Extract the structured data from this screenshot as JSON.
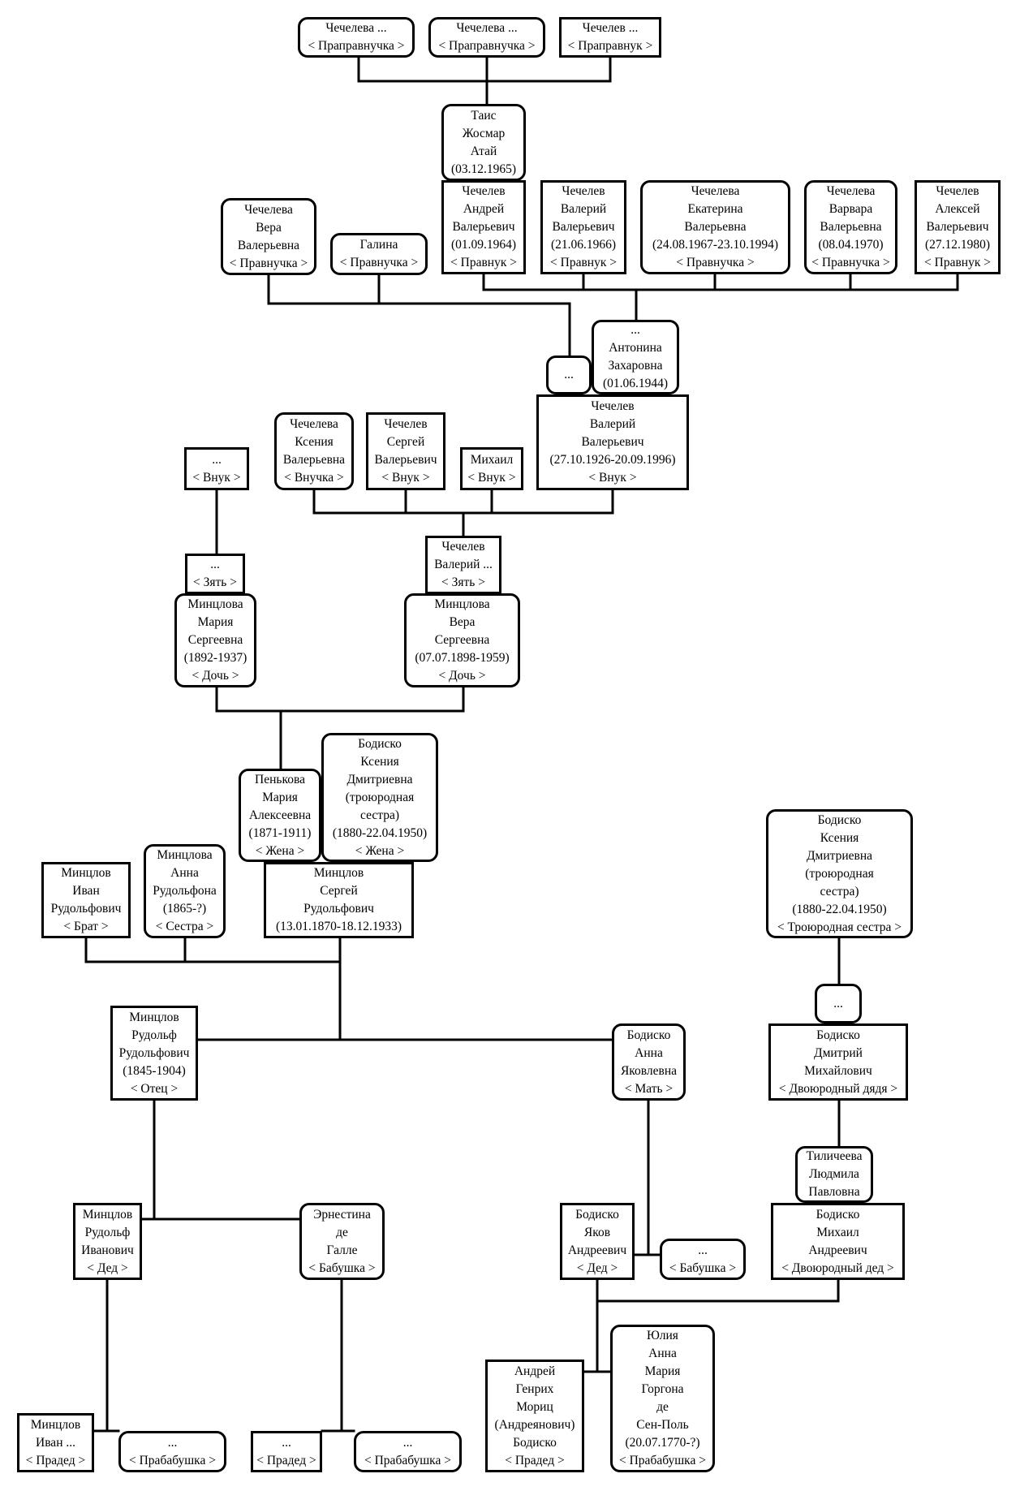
{
  "palette": {
    "line": "#000000",
    "box_border": "#000000",
    "box_fill": "#ffffff",
    "text": "#000000"
  },
  "people": {
    "praprav1": {
      "lines": [
        "Чечелева ...",
        "< Праправнучка >"
      ]
    },
    "praprav2": {
      "lines": [
        "Чечелева ...",
        "< Праправнучка >"
      ]
    },
    "praprav3": {
      "lines": [
        "Чечелев ...",
        "< Праправнук >"
      ]
    },
    "tais": {
      "lines": [
        "Таис",
        "Жосмар",
        "Атай",
        "(03.12.1965)"
      ]
    },
    "andrey": {
      "lines": [
        "Чечелев",
        "Андрей",
        "Валерьевич",
        "(01.09.1964)",
        "< Правнук >"
      ]
    },
    "valeriy_jr": {
      "lines": [
        "Чечелев",
        "Валерий",
        "Валерьевич",
        "(21.06.1966)",
        "< Правнук >"
      ]
    },
    "ekaterina": {
      "lines": [
        "Чечелева",
        "Екатерина",
        "Валерьевна",
        "(24.08.1967-23.10.1994)",
        "< Правнучка >"
      ]
    },
    "varvara": {
      "lines": [
        "Чечелева",
        "Варвара",
        "Валерьевна",
        "(08.04.1970)",
        "< Правнучка >"
      ]
    },
    "aleksey": {
      "lines": [
        "Чечелев",
        "Алексей",
        "Валерьевич",
        "(27.12.1980)",
        "< Правнук >"
      ]
    },
    "vera_v": {
      "lines": [
        "Чечелева",
        "Вера",
        "Валерьевна",
        "< Правнучка >"
      ]
    },
    "galina": {
      "lines": [
        "Галина",
        "< Правнучка >"
      ]
    },
    "unknown_spouse": {
      "lines": [
        "..."
      ]
    },
    "antonina": {
      "lines": [
        "...",
        "Антонина",
        "Захаровна",
        "(01.06.1944)"
      ]
    },
    "valeriy_v": {
      "lines": [
        "Чечелев",
        "Валерий",
        "Валерьевич",
        "(27.10.1926-20.09.1996)",
        "< Внук >"
      ]
    },
    "ksenia_v": {
      "lines": [
        "Чечелева",
        "Ксения",
        "Валерьевна",
        "< Внучка >"
      ]
    },
    "sergey_v": {
      "lines": [
        "Чечелев",
        "Сергей",
        "Валерьевич",
        "< Внук >"
      ]
    },
    "mikhail_vnuk": {
      "lines": [
        "Михаил",
        "< Внук >"
      ]
    },
    "vnuk_unknown": {
      "lines": [
        "...",
        "< Внук >"
      ]
    },
    "zyat_unknown": {
      "lines": [
        "...",
        "< Зять >"
      ]
    },
    "zyat_valeriy": {
      "lines": [
        "Чечелев",
        "Валерий ...",
        "< Зять >"
      ]
    },
    "maria_s": {
      "lines": [
        "Минцлова",
        "Мария",
        "Сергеевна",
        "(1892-1937)",
        "< Дочь >"
      ]
    },
    "vera_s": {
      "lines": [
        "Минцлова",
        "Вера",
        "Сергеевна",
        "(07.07.1898-1959)",
        "< Дочь >"
      ]
    },
    "penkova": {
      "lines": [
        "Пенькова",
        "Мария",
        "Алексеевна",
        "(1871-1911)",
        "< Жена >"
      ]
    },
    "bodisko_ksenia_wife": {
      "lines": [
        "Бодиско",
        "Ксения",
        "Дмитриевна",
        "(троюродная",
        "сестра)",
        "(1880-22.04.1950)",
        "< Жена >"
      ]
    },
    "sergey_r": {
      "lines": [
        "Минцлов",
        "Сергей",
        "Рудольфович",
        "(13.01.1870-18.12.1933)"
      ]
    },
    "ivan_brat": {
      "lines": [
        "Минцлов",
        "Иван",
        "Рудольфович",
        "< Брат >"
      ]
    },
    "anna_sestra": {
      "lines": [
        "Минцлова",
        "Анна",
        "Рудольфона",
        "(1865-?)",
        "< Сестра >"
      ]
    },
    "bodisko_ksenia_cousin": {
      "lines": [
        "Бодиско",
        "Ксения",
        "Дмитриевна",
        "(троюродная",
        "сестра)",
        "(1880-22.04.1950)",
        "< Троюродная сестра >"
      ]
    },
    "unknown_wife_dmitry": {
      "lines": [
        "..."
      ]
    },
    "rudolf_otec": {
      "lines": [
        "Минцлов",
        "Рудольф",
        "Рудольфович",
        "(1845-1904)",
        "< Отец >"
      ]
    },
    "anna_mat": {
      "lines": [
        "Бодиско",
        "Анна",
        "Яковлевна",
        "< Мать >"
      ]
    },
    "dmitry": {
      "lines": [
        "Бодиско",
        "Дмитрий",
        "Михайлович",
        "< Двоюродный дядя >"
      ]
    },
    "tilicheeva": {
      "lines": [
        "Тиличеева",
        "Людмила",
        "Павловна"
      ]
    },
    "rudolf_ded": {
      "lines": [
        "Минцлов",
        "Рудольф",
        "Иванович",
        "< Дед >"
      ]
    },
    "ernestina": {
      "lines": [
        "Эрнестина",
        "де",
        "Галле",
        "< Бабушка >"
      ]
    },
    "yakov_ded": {
      "lines": [
        "Бодиско",
        "Яков",
        "Андреевич",
        "< Дед >"
      ]
    },
    "babushka_unknown": {
      "lines": [
        "...",
        "< Бабушка >"
      ]
    },
    "mikhail_dvoyur": {
      "lines": [
        "Бодиско",
        "Михаил",
        "Андреевич",
        "< Двоюродный дед >"
      ]
    },
    "yulia": {
      "lines": [
        "Юлия",
        "Анна",
        "Мария",
        "Горгона",
        "де",
        "Сен-Поль",
        "(20.07.1770-?)",
        "< Прабабушка >"
      ]
    },
    "andrey_pradед": {
      "lines": [
        "Андрей",
        "Генрих",
        "Мориц",
        "(Андреянович)",
        "Бодиско",
        "< Прадед >"
      ]
    },
    "ivan_praded": {
      "lines": [
        "Минцлов",
        "Иван ...",
        "< Прадед >"
      ]
    },
    "prababushka1": {
      "lines": [
        "...",
        "< Прабабушка >"
      ]
    },
    "praded_unknown": {
      "lines": [
        "...",
        "< Прадед >"
      ]
    },
    "prababushka2": {
      "lines": [
        "...",
        "< Прабабушка >"
      ]
    }
  }
}
